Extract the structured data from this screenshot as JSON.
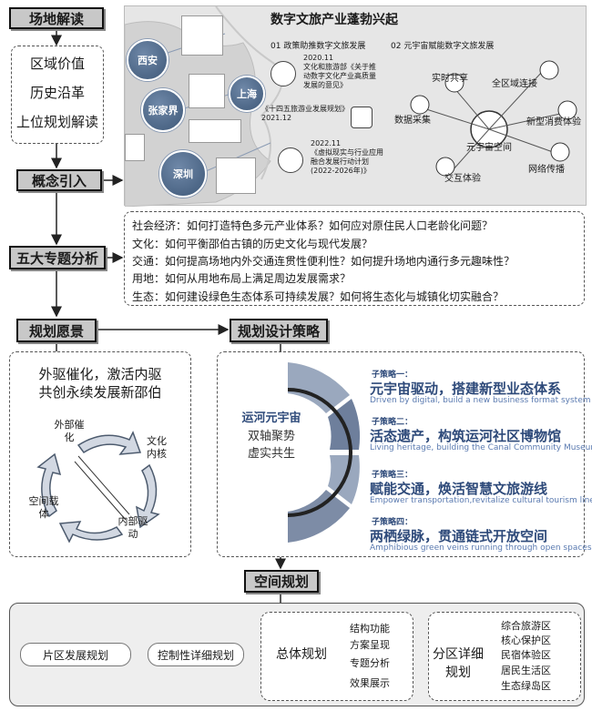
{
  "site": {
    "header": "场地解读",
    "items": [
      "区域价值",
      "历史沿革",
      "上位规划解读"
    ]
  },
  "concept": {
    "header": "概念引入",
    "map": {
      "title": "数字文旅产业蓬勃兴起",
      "col1_title": "01 政策助推数字文旅发展",
      "col2_title": "02 元宇宙赋能数字文旅发展",
      "cities": [
        "西安",
        "张家界",
        "上海",
        "深圳"
      ],
      "policy1": {
        "date": "2020.11",
        "text": "文化和旅游部《关于推动数字文化产业高质量发展的意见》"
      },
      "policy2": {
        "text": "《十四五旅游业发展规划》2021.12"
      },
      "policy3": {
        "date": "2022.11",
        "text": "《虚拟现实与行业应用融合发展行动计划(2022-2026年)》"
      },
      "meta_nodes": [
        "实时共享",
        "全区域连接",
        "数据采集",
        "新型消费体验",
        "元宇宙空间",
        "网络传播",
        "交互体验"
      ]
    }
  },
  "topics": {
    "header": "五大专题分析",
    "questions": [
      "社会经济：如何打造特色多元产业体系？如何应对原住民人口老龄化问题？",
      "文化：如何平衡邵伯古镇的历史文化与现代发展？",
      "交通：如何提高场地内外交通连贯性便利性？如何提升场地内通行多元趣味性？",
      "用地：如何从用地布局上满足周边发展需求？",
      "生态：如何建设绿色生态体系可持续发展？如何将生态化与城镇化切实融合？"
    ]
  },
  "vision": {
    "header": "规划愿景",
    "slogan_line1": "外驱催化，激活内驱",
    "slogan_line2": "共创永续发展新邵伯",
    "cycle": [
      "外部催化",
      "文化内核",
      "内部驱动",
      "空间载体"
    ]
  },
  "strategy": {
    "header": "规划设计策略",
    "center": [
      "运河元宇宙",
      "双轴聚势",
      "虚实共生"
    ],
    "subs": [
      {
        "tag": "子策略一：",
        "cn": "元宇宙驱动，搭建新型业态体系",
        "en": "Driven by digital, build a new business format system"
      },
      {
        "tag": "子策略二：",
        "cn": "活态遗产，构筑运河社区博物馆",
        "en": "Living heritage, building the Canal Community Museum"
      },
      {
        "tag": "子策略三：",
        "cn": "赋能交通，焕活智慧文旅游线",
        "en": "Empower transportation,revitalize cultural tourism lines"
      },
      {
        "tag": "子策略四：",
        "cn": "两栖绿脉，贯通链式开放空间",
        "en": "Amphibious green veins running through open spaces"
      }
    ]
  },
  "spatial": {
    "header": "空间规划",
    "steps": [
      "片区发展规划",
      "控制性详细规划",
      "总体规划",
      "分区详细规划"
    ],
    "overall_items": [
      "结构功能",
      "方案呈现",
      "专题分析",
      "效果展示"
    ],
    "zones": [
      "综合旅游区",
      "核心保护区",
      "民宿体验区",
      "居民生活区",
      "生态绿岛区"
    ]
  },
  "colors": {
    "header_bg": "#c8c8c8",
    "accent": "#2e4a7a",
    "city": "#4a6384"
  }
}
